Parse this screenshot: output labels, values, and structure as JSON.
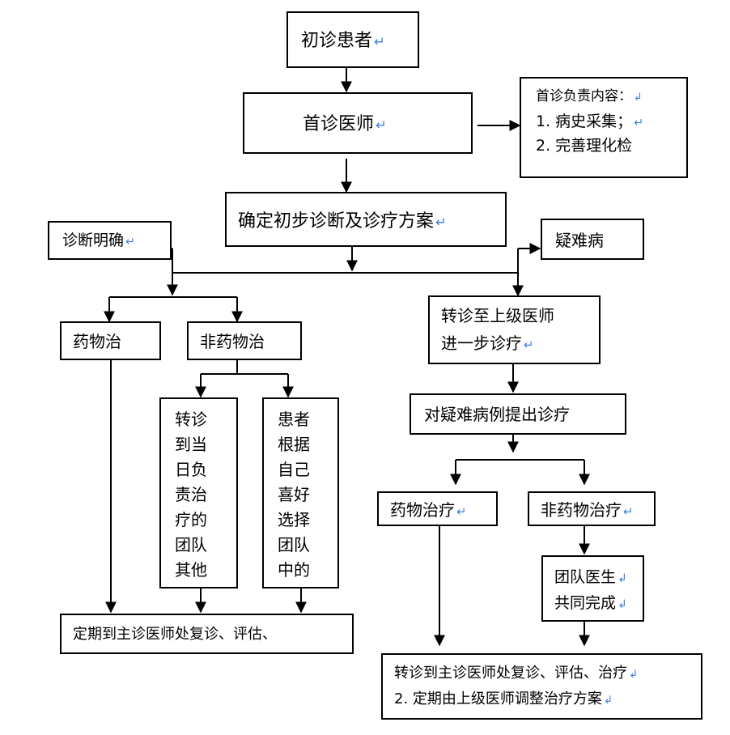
{
  "nodes": {
    "initial_patient": "初诊患者",
    "first_doctor": "首诊医师",
    "responsibility_title": "首诊负责内容：",
    "responsibility_item1": "1. 病史采集；",
    "responsibility_item2": "2. 完善理化检",
    "plan": "确定初步诊断及诊疗方案",
    "diagnosis_clear": "诊断明确",
    "difficult_disease": "疑难病",
    "drug_left": "药物治",
    "nondrug_left": "非药物治",
    "transfer_senior_line1": "转诊至上级医师",
    "transfer_senior_line2": "进一步诊疗",
    "difficult_cases": "对疑难病例提出诊疗",
    "col1_lines": [
      "转诊",
      "到当",
      "日负",
      "责治",
      "疗的",
      "团队",
      "其他"
    ],
    "col2_lines": [
      "患者",
      "根据",
      "自己",
      "喜好",
      "选择",
      "团队",
      "中的"
    ],
    "followup_left": "定期到主诊医师处复诊、评估、",
    "drug_right": "药物治疗",
    "nondrug_right": "非药物治疗",
    "team_line1": "团队医生",
    "team_line2": "共同完成",
    "followup_right_line1": "转诊到主诊医师处复诊、评估、治疗",
    "followup_right_line2": "2. 定期由上级医师调整治疗方案"
  },
  "marks": {
    "return": "↵",
    "soft_return": "↲"
  },
  "colors": {
    "line": "#000000",
    "mark": "#3f7fe0"
  }
}
